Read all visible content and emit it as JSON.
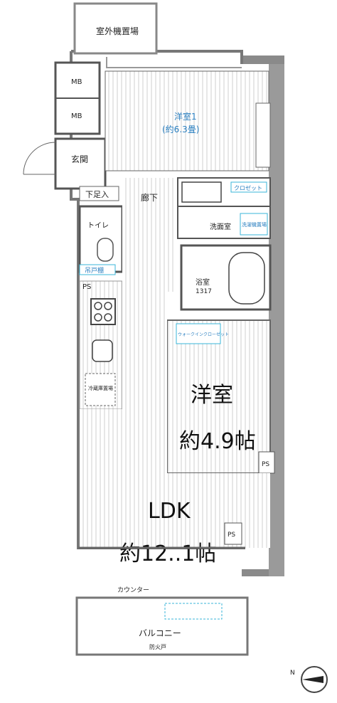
{
  "rooms": {
    "outdoor_storage": "室外機置場",
    "mb1": "MB",
    "mb2": "MB",
    "entrance": "玄関",
    "shoe_box": "下足入",
    "corridor": "廊下",
    "toilet": "トイレ",
    "toilet_shelf": "吊戸棚",
    "ps_left": "PS",
    "fridge": "冷蔵庫置場",
    "bedroom1_name": "洋室1",
    "bedroom1_size": "(約6.3畳)",
    "closet": "クロゼット",
    "washroom": "洗面室",
    "washer": "洗濯機置場",
    "bath": "浴室",
    "bath_size": "1317",
    "wic": "ウォークインクローゼット",
    "bedroom2_name": "洋室",
    "bedroom2_size": "約4.9帖",
    "ps_right": "PS",
    "ldk_name": "LDK",
    "ldk_size": "約12..1帖",
    "pipe_space": "PS",
    "counter": "カウンター",
    "balcony": "バルコニー",
    "balcony_sub": "防火戸"
  },
  "compass": {
    "north": "N"
  },
  "colors": {
    "wall": "#7a7a7a",
    "wall_light": "#b8b8b8",
    "floor_line": "#c9c9c9",
    "label_blue": "#2a7fc0",
    "cyan": "#38b6d8"
  }
}
